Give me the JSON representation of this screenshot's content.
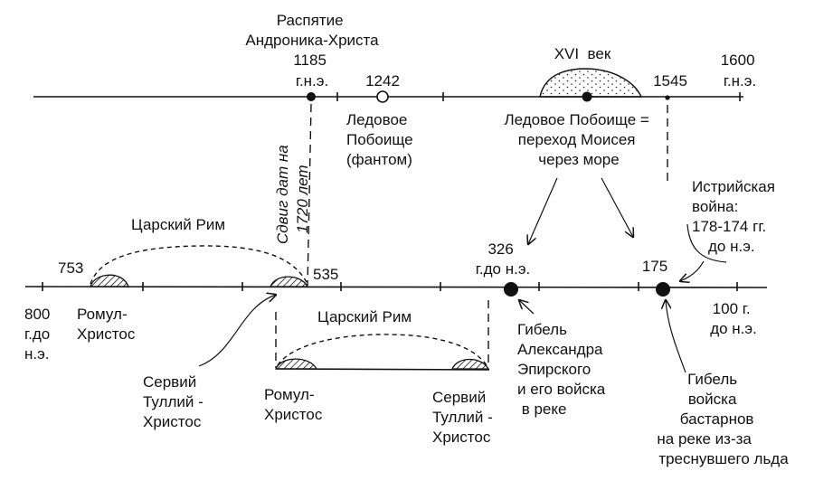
{
  "upper_timeline": {
    "labels": {
      "crucifixion_title": [
        "Распятие",
        "Андроника-Христа"
      ],
      "year_1185": [
        "1185",
        "г.н.э."
      ],
      "year_1242": "1242",
      "ice_battle_phantom": [
        "Ледовое",
        "Побоище",
        "(фантом)"
      ],
      "century_16": "XVI  век",
      "year_1545": "1545",
      "year_1600": [
        "1600",
        "г.н.э."
      ],
      "ice_battle_equals_moses": [
        "Ледовое Побоище =",
        "переход Моисея",
        "через море"
      ]
    }
  },
  "shift_label": [
    "Сдвиг дат на",
    "1720 лет"
  ],
  "lower_timeline": {
    "labels": {
      "year_800": [
        "800",
        "г.до",
        "н.э."
      ],
      "year_753": "753",
      "year_535": "535",
      "tsarsky_rim_1": "Царский Рим",
      "romul_1": [
        "Ромул-",
        "Христос"
      ],
      "servius_1": [
        "Сервий",
        "Туллий -",
        "Христос"
      ],
      "year_326": [
        "326",
        "г.до н.э."
      ],
      "year_175": "175",
      "year_100": [
        "100 г.",
        "до н.э."
      ],
      "istrian_war": [
        "Истрийская",
        "война:",
        "178-174 гг.",
        "до н.э."
      ],
      "alexander_death": [
        "Гибель",
        "Александра",
        "Эпирского",
        "и его войска",
        " в реке"
      ],
      "bastarnae_death": [
        "Гибель",
        "войска",
        "бастарнов",
        "на реке из-за",
        "треснувшего льда"
      ]
    }
  },
  "inset": {
    "tsarsky_rim_2": "Царский Рим",
    "romul_2": [
      "Ромул-",
      "Христос"
    ],
    "servius_2": [
      "Сервий",
      "Туллий -",
      "Христос"
    ]
  }
}
